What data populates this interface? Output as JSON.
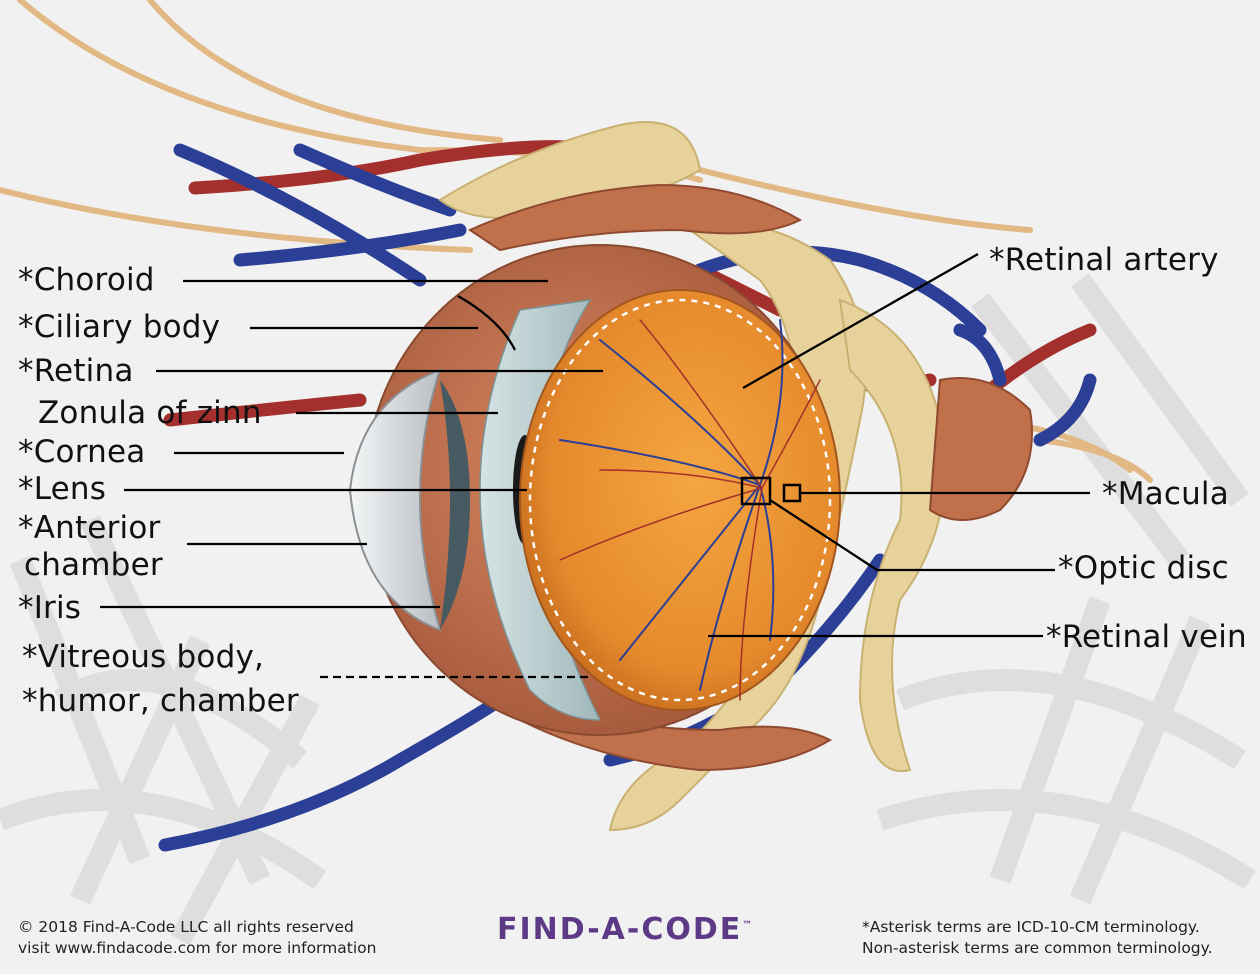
{
  "labels": {
    "choroid": "*Choroid",
    "ciliary_body": "*Ciliary body",
    "retina": "*Retina",
    "zonula": "Zonula of zinn",
    "cornea": "*Cornea",
    "lens": "*Lens",
    "anterior_chamber_1": "*Anterior",
    "anterior_chamber_2": "chamber",
    "iris": "*Iris",
    "vitreous_1": "*Vitreous body,",
    "vitreous_2": "*humor, chamber",
    "retinal_artery": "*Retinal artery",
    "macula": "*Macula",
    "optic_disc": "*Optic disc",
    "retinal_vein": "*Retinal vein"
  },
  "footer": {
    "copyright": "© 2018 Find-A-Code LLC all rights reserved",
    "visit": "visit www.findacode.com for more information",
    "note_1": "*Asterisk terms are ICD-10-CM terminology.",
    "note_2": "Non-asterisk terms are common terminology."
  },
  "logo": {
    "text": "FIND-A-CODE",
    "tm": "™"
  },
  "colors": {
    "background": "#f1f1f1",
    "retina_fundus": "#e58a2c",
    "muscle": "#c0704b",
    "fat": "#e6d29a",
    "artery": "#a3302c",
    "vein": "#2b3f96",
    "nerve": "#e2b884",
    "logo": "#5d3a86"
  }
}
